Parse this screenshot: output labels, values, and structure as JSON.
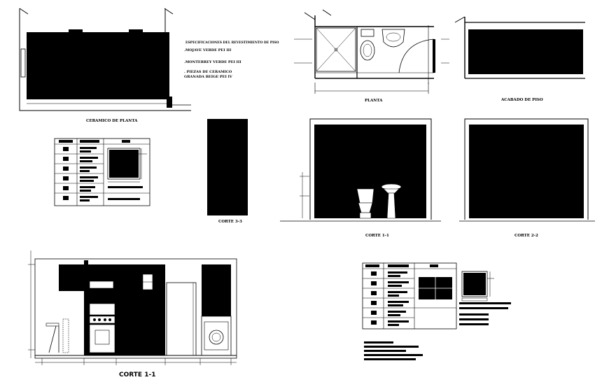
{
  "drawing": {
    "spec_block": {
      "heading": "ESPECIFICACIONES DEL REVESTIMIENTO DE PISO",
      "lines": [
        ".MOJAVE  VERDE  PEI III",
        ".MONTERREY  VERDE  PEI III",
        ". PIEZAS DE CERAMICO",
        "GRANADA BEIGE  PEI IV"
      ]
    },
    "captions": {
      "ceramico_planta": "CERAMICO DE PLANTA",
      "planta": "PLANTA",
      "acabado_piso": "ACABADO  DE  PISO",
      "corte_33": "CORTE 3-3",
      "corte_11_small": "CORTE 1-1",
      "corte_22": "CORTE 2-2",
      "corte_11_large": "CORTE  1-1"
    },
    "colors": {
      "ink": "#000000",
      "paper": "#ffffff"
    }
  }
}
